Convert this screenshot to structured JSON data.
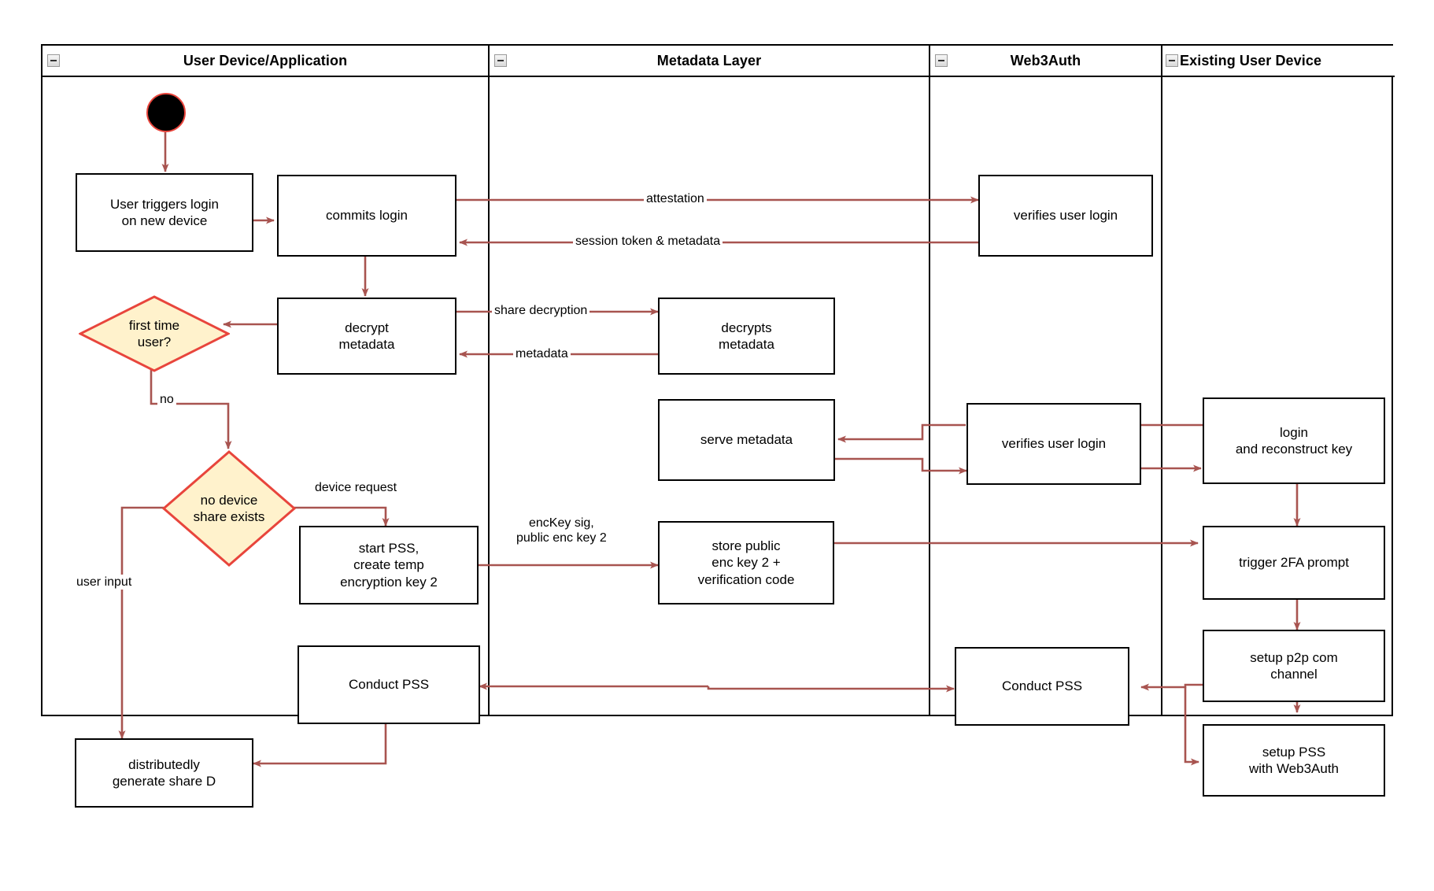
{
  "diagram": {
    "type": "swimlane-activity-flowchart",
    "colors": {
      "edge": "#a85450",
      "decision_fill": "#fff2cc",
      "decision_stroke": "#e8453c",
      "node_stroke": "#000000",
      "node_fill": "#ffffff",
      "start_fill": "#000000",
      "start_stroke": "#e8453c"
    }
  },
  "lanes": [
    {
      "id": "user-device",
      "title": "User Device/Application"
    },
    {
      "id": "metadata-layer",
      "title": "Metadata Layer"
    },
    {
      "id": "web3auth",
      "title": "Web3Auth"
    },
    {
      "id": "existing-user-device",
      "title": "Existing User Device"
    }
  ],
  "nodes": {
    "start": {
      "label": ""
    },
    "user_triggers_login": {
      "line1": "User triggers login",
      "line2": "on new device"
    },
    "commits_login": {
      "line1": "commits login"
    },
    "decrypt_metadata": {
      "line1": "decrypt",
      "line2": "metadata"
    },
    "first_time_user": {
      "line1": "first time",
      "line2": "user?"
    },
    "no_device_share_exists": {
      "line1": "no device",
      "line2": "share exists"
    },
    "start_pss": {
      "line1": "start PSS,",
      "line2": "create temp",
      "line3": "encryption key 2"
    },
    "conduct_pss_user": {
      "line1": "Conduct PSS"
    },
    "distributedly_generate_share_d": {
      "line1": "distributedly",
      "line2": "generate share D"
    },
    "decrypts_metadata": {
      "line1": "decrypts",
      "line2": "metadata"
    },
    "serve_metadata": {
      "line1": "serve metadata"
    },
    "store_public_enc_key": {
      "line1": "store public",
      "line2": "enc key 2 +",
      "line3": "verification code"
    },
    "verifies_user_login_top": {
      "line1": "verifies user login"
    },
    "verifies_user_login_mid": {
      "line1": "verifies user login"
    },
    "conduct_pss_web3auth": {
      "line1": "Conduct PSS"
    },
    "login_reconstruct_key": {
      "line1": "login",
      "line2": "and reconstruct key"
    },
    "trigger_2fa_prompt": {
      "line1": "trigger 2FA prompt"
    },
    "setup_p2p_com_channel": {
      "line1": "setup p2p com",
      "line2": "channel"
    },
    "setup_pss_web3auth": {
      "line1": "setup PSS",
      "line2": "with Web3Auth"
    }
  },
  "edge_labels": {
    "attestation": "attestation",
    "session_token": "session token & metadata",
    "share_decryption": "share decryption",
    "metadata": "metadata",
    "no": "no",
    "device_request": "device request",
    "user_input": "user input",
    "enckey_sig_l1": "encKey sig,",
    "enckey_sig_l2": "public enc key 2"
  }
}
